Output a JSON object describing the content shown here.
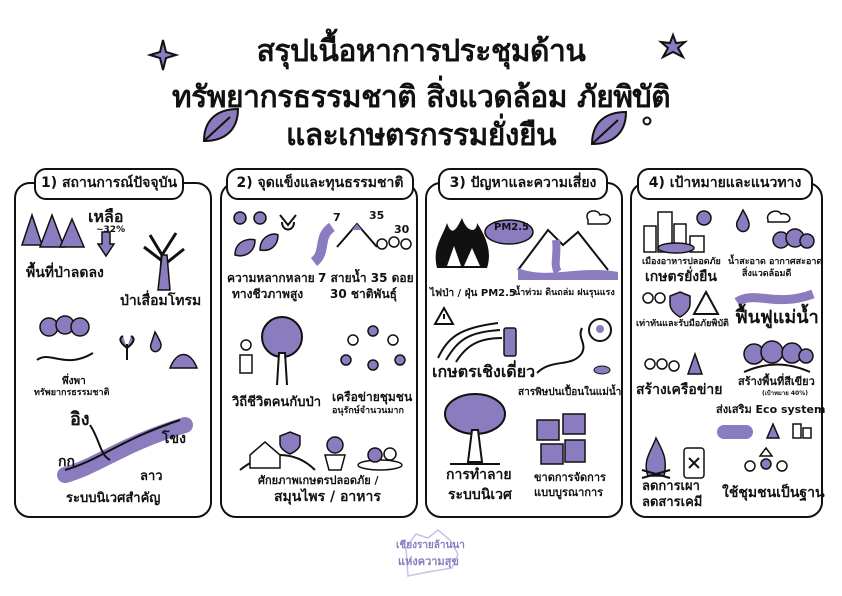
{
  "title": {
    "line1": "สรุปเนื้อหาการประชุมด้าน",
    "line2": "ทรัพยากรธรรมชาติ สิ่งแวดล้อม ภัยพิบัติ",
    "line3": "และเกษตรกรรมยั่งยืน"
  },
  "colors": {
    "accent": "#8b7bbf",
    "ink": "#111111",
    "background": "#ffffff"
  },
  "panels": [
    {
      "title": "1) สถานการณ์ปัจจุบัน",
      "labels": {
        "remain": "เหลือ",
        "percent": "~32%",
        "forest_decline": "พื้นที่ป่าลดลง",
        "degraded": "ป่าเสื่อมโทรม",
        "depend": "พึ่งพา",
        "resources": "ทรัพยากรธรรมชาติ",
        "ing": "อิง",
        "khong": "โขง",
        "kok": "กก",
        "lao": "ลาว",
        "ecosystem": "ระบบนิเวศสำคัญ"
      }
    },
    {
      "title": "2) จุดแข็งและทุนธรรมชาติ",
      "labels": {
        "n7": "7",
        "n35": "35",
        "n30": "30",
        "bio1": "ความหลากหลาย",
        "bio2": "ทางชีวภาพสูง",
        "rivers1": "7 สายน้ำ 35 ดอย",
        "rivers2": "30 ชาติพันธุ์",
        "lifestyle": "วิถีชีวิตคนกับป่า",
        "network1": "เครือข่ายชุมชน",
        "network2": "อนุรักษ์จำนวนมาก",
        "potential1": "ศักยภาพเกษตรปลอดภัย /",
        "potential2": "สมุนไพร / อาหาร"
      }
    },
    {
      "title": "3) ปัญหาและความเสี่ยง",
      "labels": {
        "pm": "PM2.5",
        "fire": "ไฟป่า / ฝุ่น PM2.5",
        "flood": "น้ำท่วม ดินถล่ม ฝนรุนแรง",
        "mono": "เกษตรเชิงเดี่ยว",
        "toxic": "สารพิษปนเปื้อนในแม่น้ำ",
        "destroy1": "การทำลาย",
        "destroy2": "ระบบนิเวศ",
        "lack1": "ขาดการจัดการ",
        "lack2": "แบบบูรณาการ"
      }
    },
    {
      "title": "4) เป้าหมายและแนวทาง",
      "labels": {
        "food_city": "เมืองอาหารปลอดภัย",
        "sustainable": "เกษตรยั่งยืน",
        "clean1": "น้ำสะอาด อากาศสะอาด",
        "clean2": "สิ่งแวดล้อมดี",
        "disaster": "เท่าทันและรับมือภัยพิบัติ",
        "restore": "ฟื้นฟูแม่น้ำ",
        "network": "สร้างเครือข่าย",
        "green": "สร้างพื้นที่สีเขียว",
        "green_goal": "(เป้าหมาย 40%)",
        "eco": "ส่งเสริม Eco system",
        "reduce1": "ลดการเผา",
        "reduce2": "ลดสารเคมี",
        "community": "ใช้ชุมชนเป็นฐาน"
      }
    }
  ],
  "logo": {
    "line1": "เชียงรายล้านนา",
    "line2": "แห่งความสุข"
  }
}
